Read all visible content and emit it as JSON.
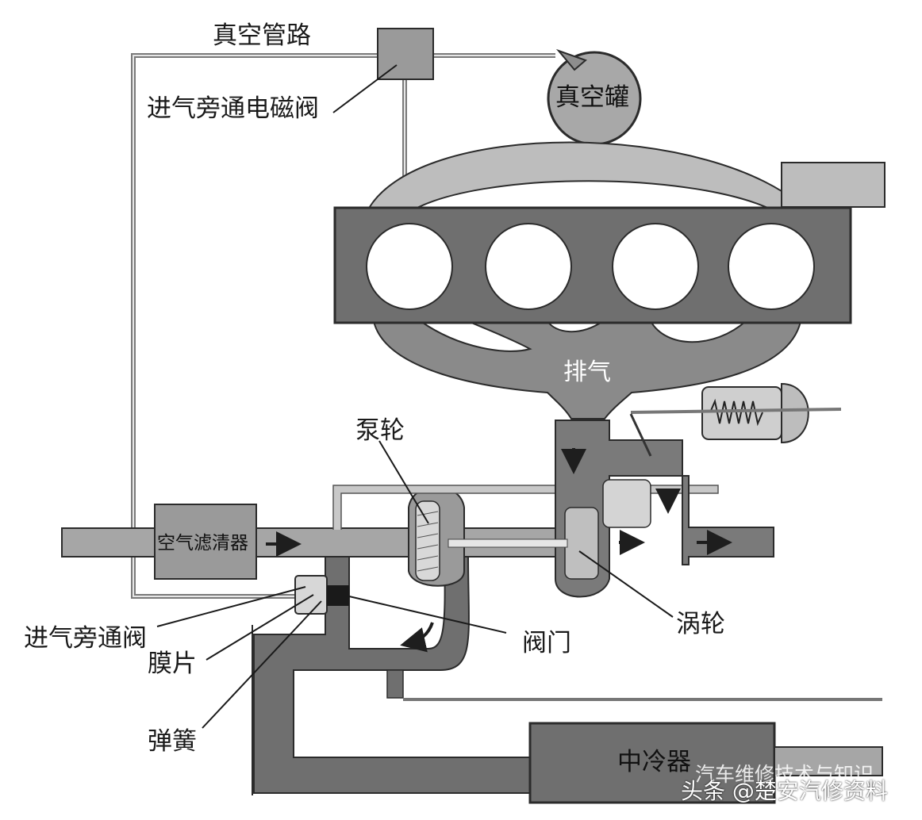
{
  "labels": {
    "vacuum_line": "真空管路",
    "bypass_solenoid": "进气旁通电磁阀",
    "vacuum_tank": "真空罐",
    "exhaust": "排气",
    "pump_wheel": "泵轮",
    "air_filter": "空气滤清器",
    "bypass_valve": "进气旁通阀",
    "diaphragm": "膜片",
    "valve_door": "阀门",
    "turbine": "涡轮",
    "spring": "弹簧",
    "intercooler": "中冷器"
  },
  "watermark": {
    "line1": "汽车维修技术与知识",
    "line2": "头条 @楚安汽修资料"
  },
  "colors": {
    "engine_fill": "#6f6f6f",
    "manifold_fill": "#bdbdbd",
    "duct_fill": "#9a9a9a",
    "outline": "#2b2b2b",
    "label_text": "#1a1a1a"
  }
}
